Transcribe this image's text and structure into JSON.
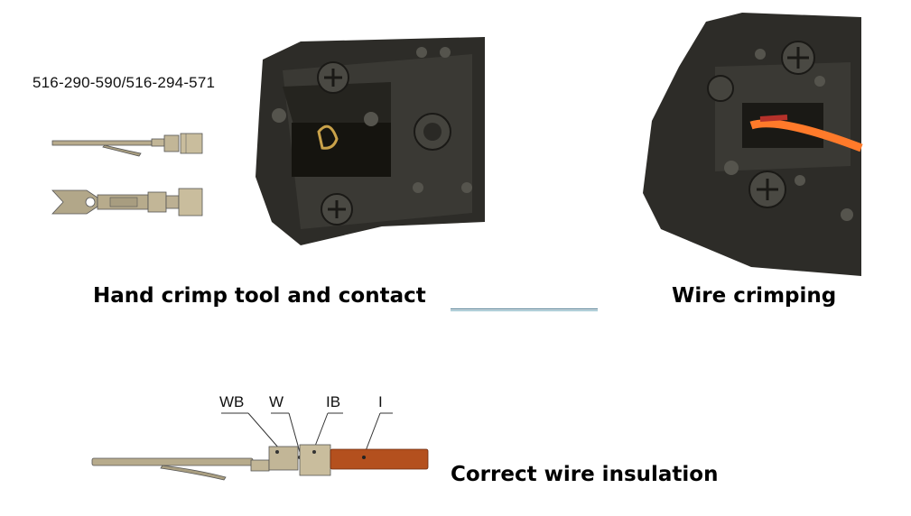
{
  "part_number": "516-290-590/516-294-571",
  "captions": {
    "hand_tool": "Hand crimp tool and contact",
    "wire_crimping": "Wire crimping",
    "insulation": "Correct wire insulation"
  },
  "diagram_labels": {
    "wb": "WB",
    "w": "W",
    "ib": "IB",
    "i": "I"
  },
  "colors": {
    "tool_body": "#2d2c28",
    "contact_metal": "#b9ad8f",
    "wire_orange": "#ff7a2a",
    "insulation_brown": "#b4501e"
  }
}
